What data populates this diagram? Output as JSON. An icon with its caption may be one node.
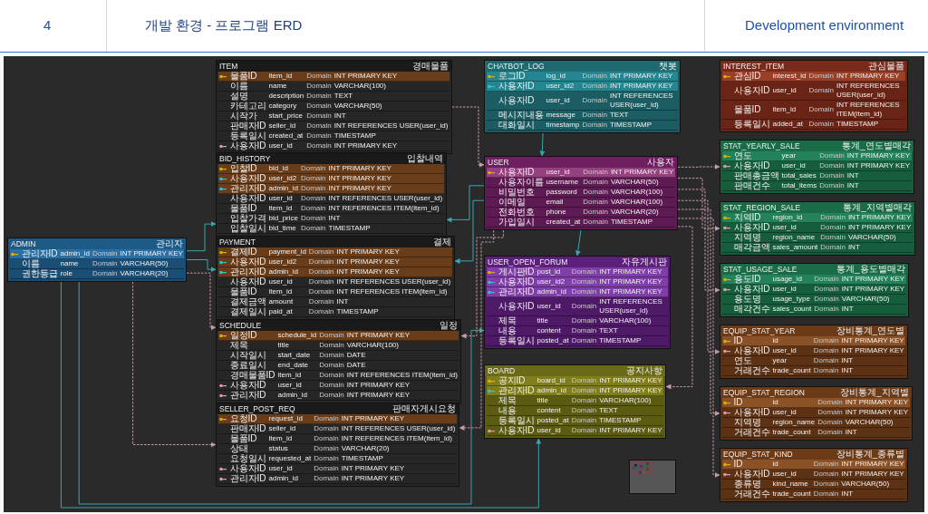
{
  "diagram": {
    "title": "개발 환경 - 프로그램 ERD",
    "nodes": [
      {
        "text": [
          "ITEM",
          "경매물품",
          "물품ID",
          "item_id",
          "Domain",
          "INT PRIMARY KEY",
          "이름",
          "name",
          "Domain",
          "VARCHAR(100)",
          "설명",
          "description",
          "Domain",
          "TEXT",
          "카테고리",
          "category",
          "Domain",
          "VARCHAR(50)",
          "시작가",
          "start_price",
          "Domain",
          "INT",
          "판매자ID",
          "seller_id",
          "Domain",
          "INT REFERENCES USER(user_id)",
          "등록일시",
          "created_at",
          "Domain",
          "TIMESTAMP",
          "사용자ID",
          "user_id",
          "Domain",
          "INT PRIMARY KEY"
        ]
      },
      {
        "text": [
          "BID_HISTORY",
          "입찰내역",
          "입찰ID",
          "bid_id",
          "Domain",
          "INT PRIMARY KEY",
          "사용자ID",
          "user_id2",
          "Domain",
          "INT PRIMARY KEY",
          "관리자ID",
          "admin_id",
          "Domain",
          "INT PRIMARY KEY",
          "사용자ID",
          "user_id",
          "Domain",
          "INT REFERENCES USER(user_id)",
          "물품ID",
          "item_id",
          "Domain",
          "INT REFERENCES ITEM(item_id)",
          "입찰가격",
          "bid_price",
          "Domain",
          "INT",
          "입찰일시",
          "bid_time",
          "Domain",
          "TIMESTAMP"
        ]
      },
      {
        "text": [
          "PAYMENT",
          "결제",
          "결제ID",
          "payment_id",
          "Domain",
          "INT PRIMARY KEY",
          "사용자ID",
          "user_id2",
          "Domain",
          "INT PRIMARY KEY",
          "관리자ID",
          "admin_id",
          "Domain",
          "INT PRIMARY KEY",
          "사용자ID",
          "user_id",
          "Domain",
          "INT REFERENCES USER(user_id)",
          "물품ID",
          "item_id",
          "Domain",
          "INT REFERENCES ITEM(item_id)",
          "결제금액",
          "amount",
          "Domain",
          "INT",
          "결제일시",
          "paid_at",
          "Domain",
          "TIMESTAMP"
        ]
      },
      {
        "text": [
          "ADMIN",
          "관리자",
          "관리자ID",
          "admin_id",
          "Domain",
          "INT PRIMARY KEY",
          "이름",
          "name",
          "Domain",
          "VARCHAR(50)",
          "권한등급",
          "role",
          "Domain",
          "VARCHAR(20)"
        ]
      },
      {
        "text": [
          "SCHEDULE",
          "일정",
          "일정ID",
          "schedule_id",
          "Domain",
          "INT PRIMARY KEY",
          "제목",
          "title",
          "Domain",
          "VARCHAR(100)",
          "시작일시",
          "start_date",
          "Domain",
          "DATE",
          "종료일시",
          "end_date",
          "Domain",
          "DATE",
          "경매물품ID",
          "item_id",
          "Domain",
          "INT REFERENCES ITEM(item_id)",
          "사용자ID",
          "user_id",
          "Domain",
          "INT PRIMARY KEY",
          "관리자ID",
          "admin_id",
          "Domain",
          "INT PRIMARY KEY"
        ]
      },
      {
        "text": [
          "SELLER_POST_REQ",
          "판매자게시요청",
          "요청ID",
          "request_id",
          "Domain",
          "INT PRIMARY KEY",
          "판매자ID",
          "seller_id",
          "Domain",
          "INT REFERENCES USER(user_id)",
          "물품ID",
          "item_id",
          "Domain",
          "INT REFERENCES ITEM(item_id)",
          "상태",
          "status",
          "Domain",
          "VARCHAR(20)",
          "요청일시",
          "requested_at",
          "Domain",
          "TIMESTAMP",
          "사용자ID",
          "user_id",
          "Domain",
          "INT PRIMARY KEY",
          "관리자ID",
          "admin_id",
          "Domain",
          "INT PRIMARY KEY"
        ]
      },
      {
        "text": [
          "CHATBOT_LOG",
          "챗봇",
          "로그ID",
          "log_id",
          "Domain",
          "INT PRIMARY KEY",
          "사용자ID",
          "user_id2",
          "Domain",
          "INT PRIMARY KEY",
          "사용자ID",
          "user_id",
          "Domain",
          "INT REFERENCES USER(user_id)",
          "메시지내용",
          "message",
          "Domain",
          "TEXT",
          "대화일시",
          "timestamp",
          "Domain",
          "TIMESTAMP"
        ]
      },
      {
        "text": [
          "USER",
          "사용자",
          "사용자ID",
          "user_id",
          "Domain",
          "INT PRIMARY KEY",
          "사용자이름",
          "username",
          "Domain",
          "VARCHAR(50)",
          "비밀번호",
          "password",
          "Domain",
          "VARCHAR(100)",
          "이메일",
          "email",
          "Domain",
          "VARCHAR(100)",
          "전화번호",
          "phone",
          "Domain",
          "VARCHAR(20)",
          "가입일시",
          "created_at",
          "Domain",
          "TIMESTAMP"
        ]
      },
      {
        "text": [
          "USER_OPEN_FORUM",
          "자유게시판",
          "게시판ID",
          "post_id",
          "Domain",
          "INT PRIMARY KEY",
          "사용자ID",
          "user_id2",
          "Domain",
          "INT PRIMARY KEY",
          "관리자ID",
          "admin_id",
          "Domain",
          "INT PRIMARY KEY",
          "사용자ID",
          "user_id",
          "Domain",
          "INT REFERENCES USER(user_id)",
          "제목",
          "title",
          "Domain",
          "VARCHAR(100)",
          "내용",
          "content",
          "Domain",
          "TEXT",
          "등록일시",
          "posted_at",
          "Domain",
          "TIMESTAMP"
        ]
      },
      {
        "text": [
          "BOARD",
          "공지사항",
          "공지ID",
          "board_id",
          "Domain",
          "INT PRIMARY KEY",
          "관리자ID",
          "admin_id",
          "Domain",
          "INT PRIMARY KEY",
          "제목",
          "title",
          "Domain",
          "VARCHAR(100)",
          "내용",
          "content",
          "Domain",
          "TEXT",
          "등록일시",
          "posted_at",
          "Domain",
          "TIMESTAMP",
          "사용자ID",
          "user_id",
          "Domain",
          "INT PRIMARY KEY"
        ]
      },
      {
        "text": [
          "INTEREST_ITEM",
          "관심물품",
          "관심ID",
          "interest_id",
          "Domain",
          "INT PRIMARY KEY",
          "사용자ID",
          "user_id",
          "Domain",
          "INT REFERENCES USER(user_id)",
          "물품ID",
          "item_id",
          "Domain",
          "INT REFERENCES ITEM(item_id)",
          "등록일시",
          "added_at",
          "Domain",
          "TIMESTAMP"
        ]
      },
      {
        "text": [
          "STAT_YEARLY_SALE",
          "통계_연도별매각",
          "연도",
          "year",
          "Domain",
          "INT PRIMARY KEY",
          "사용자ID",
          "user_id",
          "Domain",
          "INT PRIMARY KEY",
          "판매총금액",
          "total_sales",
          "Domain",
          "INT",
          "판매건수",
          "total_items",
          "Domain",
          "INT"
        ]
      },
      {
        "text": [
          "STAT_REGION_SALE",
          "통계_지역별매각",
          "지역ID",
          "region_id",
          "Domain",
          "INT PRIMARY KEY",
          "사용자ID",
          "user_id",
          "Domain",
          "INT PRIMARY KEY",
          "지역명",
          "region_name",
          "Domain",
          "VARCHAR(50)",
          "매각금액",
          "sales_amount",
          "Domain",
          "INT"
        ]
      },
      {
        "text": [
          "STAT_USAGE_SALE",
          "통계_용도별매각",
          "용도ID",
          "usage_id",
          "Domain",
          "INT PRIMARY KEY",
          "사용자ID",
          "user_id",
          "Domain",
          "INT PRIMARY KEY",
          "용도명",
          "usage_type",
          "Domain",
          "VARCHAR(50)",
          "매각건수",
          "sales_count",
          "Domain",
          "INT"
        ]
      },
      {
        "text": [
          "EQUIP_STAT_YEAR",
          "장비통계_연도별",
          "ID",
          "id",
          "Domain",
          "INT PRIMARY KEY",
          "사용자ID",
          "user_id",
          "Domain",
          "INT PRIMARY KEY",
          "연도",
          "year",
          "Domain",
          "INT",
          "거래건수",
          "trade_count",
          "Domain",
          "INT"
        ]
      },
      {
        "text": [
          "EQUIP_STAT_REGION",
          "장비통계_지역별",
          "ID",
          "id",
          "Domain",
          "INT PRIMARY KEY",
          "사용자ID",
          "user_id",
          "Domain",
          "INT PRIMARY KEY",
          "지역명",
          "region_name",
          "Domain",
          "VARCHAR(50)",
          "거래건수",
          "trade_count",
          "Domain",
          "INT"
        ]
      },
      {
        "text": [
          "EQUIP_STAT_KIND",
          "장비통계_종류별",
          "ID",
          "id",
          "Domain",
          "INT PRIMARY KEY",
          "사용자ID",
          "user_id",
          "Domain",
          "INT PRIMARY KEY",
          "종류명",
          "kind_name",
          "Domain",
          "VARCHAR(50)",
          "거래건수",
          "trade_count",
          "Domain",
          "INT"
        ]
      }
    ],
    "edges": [
      {
        "from": 0,
        "to": 7,
        "arrow": "to",
        "style": "dashed"
      },
      {
        "from": 3,
        "to": 1,
        "arrow": "to",
        "color": "#3aa6b0"
      },
      {
        "from": 3,
        "to": 2,
        "arrow": "to",
        "color": "#3aa6b0"
      },
      {
        "from": 3,
        "to": 4,
        "arrow": "to",
        "style": "dashed"
      },
      {
        "from": 3,
        "to": 5,
        "arrow": "to",
        "style": "dashed"
      },
      {
        "from": 3,
        "to": 8,
        "arrow": "to",
        "color": "#3aa6b0"
      },
      {
        "from": 3,
        "to": 9,
        "arrow": "to",
        "color": "#3aa6b0"
      },
      {
        "from": 7,
        "to": 1,
        "arrow": "to",
        "color": "#3aa6b0"
      },
      {
        "from": 7,
        "to": 2,
        "arrow": "to",
        "color": "#3aa6b0"
      },
      {
        "from": 6,
        "to": 7,
        "arrow": "to",
        "color": "#3aa6b0"
      },
      {
        "from": 7,
        "to": 4,
        "arrow": "to",
        "style": "dashed"
      },
      {
        "from": 7,
        "to": 5,
        "arrow": "to",
        "style": "dashed"
      },
      {
        "from": 7,
        "to": 8,
        "arrow": "to",
        "color": "#3aa6b0"
      },
      {
        "from": 7,
        "to": 9,
        "arrow": "to",
        "style": "dashed"
      },
      {
        "from": 7,
        "to": 11,
        "arrow": "to",
        "style": "dashed"
      },
      {
        "from": 7,
        "to": 12,
        "arrow": "to",
        "style": "dashed"
      },
      {
        "from": 7,
        "to": 13,
        "arrow": "to",
        "style": "dashed"
      },
      {
        "from": 7,
        "to": 14,
        "arrow": "to",
        "style": "dashed"
      },
      {
        "from": 7,
        "to": 15,
        "arrow": "to",
        "style": "dashed"
      },
      {
        "from": 7,
        "to": 16,
        "arrow": "to",
        "style": "dashed"
      }
    ],
    "labels": [
      "4",
      "Development environment"
    ]
  }
}
